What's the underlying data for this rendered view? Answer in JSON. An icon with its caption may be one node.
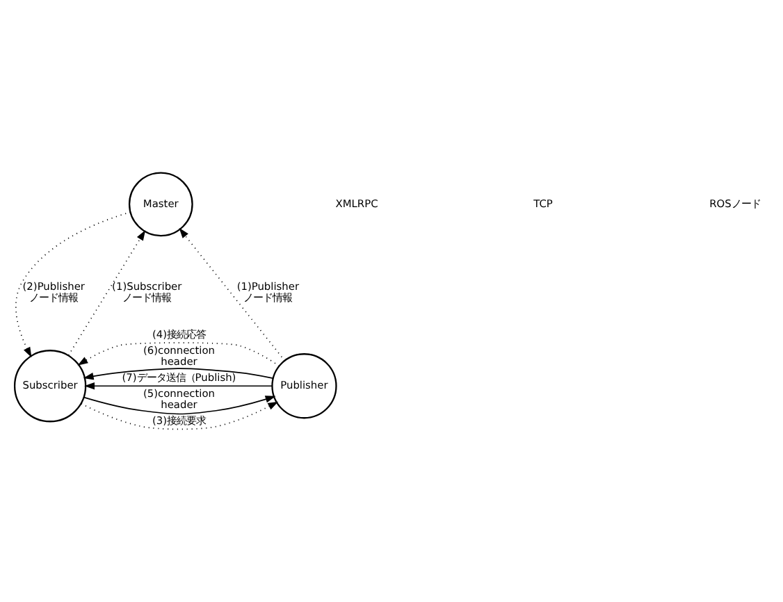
{
  "diagram": {
    "nodes": [
      {
        "text": [
          "Master"
        ]
      },
      {
        "text": [
          "Publisher"
        ]
      },
      {
        "text": [
          "Subscriber"
        ]
      }
    ],
    "edges": [
      {
        "from": 1,
        "to": 0,
        "arrow": "to",
        "style": "dashed",
        "label": "(1)Publisher ノード情報"
      },
      {
        "from": 2,
        "to": 0,
        "arrow": "to",
        "style": "dashed",
        "label": "(1)Subscriber ノード情報"
      },
      {
        "from": 0,
        "to": 2,
        "arrow": "to",
        "style": "dashed",
        "label": "(2)Publisher ノード情報"
      },
      {
        "from": 2,
        "to": 1,
        "arrow": "to",
        "style": "dashed",
        "label": "(3)接続要求"
      },
      {
        "from": 1,
        "to": 2,
        "arrow": "to",
        "style": "dashed",
        "label": "(4)接続応答"
      },
      {
        "from": 2,
        "to": 1,
        "arrow": "to",
        "label": "(5)connection header"
      },
      {
        "from": 1,
        "to": 2,
        "arrow": "to",
        "label": "(6)connection header"
      },
      {
        "from": 1,
        "to": 2,
        "arrow": "to",
        "label": "(7)データ送信（Publish)"
      }
    ],
    "legend": [
      {
        "text": "XMLRPC"
      },
      {
        "text": "TCP"
      },
      {
        "text": "ROSノード"
      }
    ]
  }
}
